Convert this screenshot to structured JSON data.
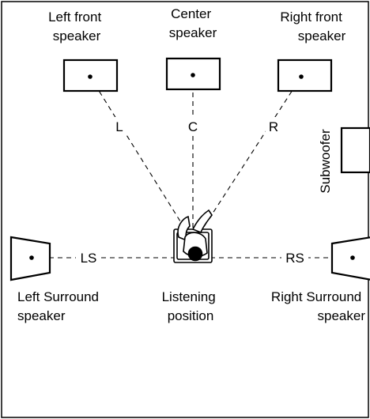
{
  "speakers": {
    "left_front": [
      "Left front",
      "speaker"
    ],
    "center": [
      "Center",
      "speaker"
    ],
    "right_front": [
      "Right front",
      "speaker"
    ],
    "subwoofer": "Subwoofer",
    "left_surround": [
      "Left Surround",
      "speaker"
    ],
    "right_surround": [
      "Right Surround",
      "speaker"
    ]
  },
  "channels": {
    "L": "L",
    "C": "C",
    "R": "R",
    "LS": "LS",
    "RS": "RS"
  },
  "listening_position": [
    "Listening",
    "position"
  ]
}
